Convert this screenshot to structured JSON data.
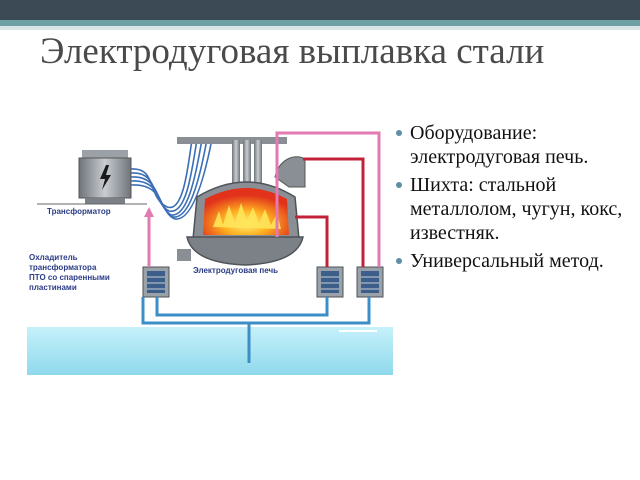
{
  "slide": {
    "title": "Электродуговая выплавка стали",
    "bullets": [
      "Оборудование: электродуговая печь.",
      "Шихта: стальной металлолом, чугун, кокс, известняк.",
      "Универсальный метод."
    ]
  },
  "diagram": {
    "labels": {
      "transformer": "Трансформатор",
      "cooler_line1": "Охладитель",
      "cooler_line2": "трансформатора",
      "cooler_line3": "ПТО со спаренными",
      "cooler_line4": "пластинами",
      "furnace": "Электродуговая печь"
    },
    "colors": {
      "water": "#9ee0ef",
      "pipe_blue": "#3b8fc6",
      "pipe_red": "#c3203a",
      "pipe_pink": "#e37ab0",
      "furnace_shell": "#8a8f95"
    },
    "icons": [
      "lightning-icon"
    ]
  }
}
